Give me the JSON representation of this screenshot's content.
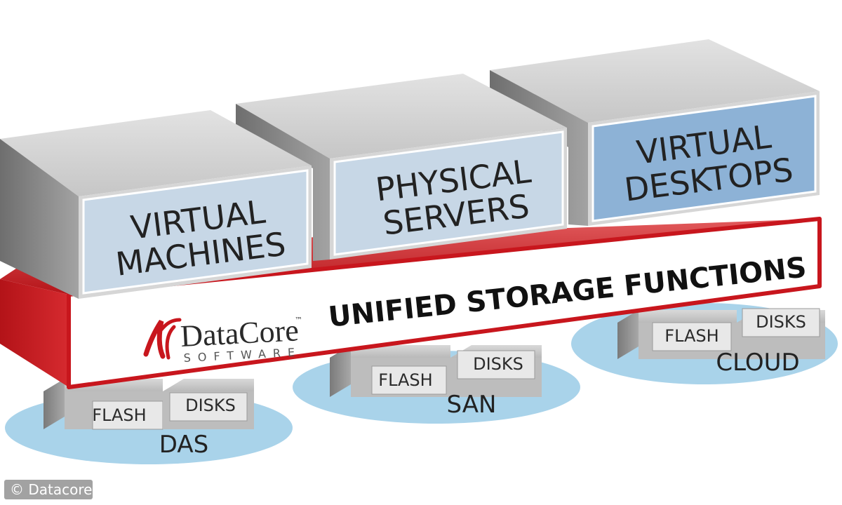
{
  "blocks": {
    "virtual_machines": {
      "line1": "VIRTUAL",
      "line2": "MACHINES"
    },
    "physical_servers": {
      "line1": "PHYSICAL",
      "line2": "SERVERS"
    },
    "virtual_desktops": {
      "line1": "VIRTUAL",
      "line2": "DESKTOPS"
    }
  },
  "storage_layer": {
    "label": "UNIFIED STORAGE FUNCTIONS",
    "logo": {
      "name": "DataCore",
      "tm": "™",
      "sub": "SOFTWARE"
    }
  },
  "pools": {
    "das": {
      "label": "DAS",
      "flash": "FLASH",
      "disks": "DISKS"
    },
    "san": {
      "label": "SAN",
      "flash": "FLASH",
      "disks": "DISKS"
    },
    "cloud": {
      "label": "CLOUD",
      "flash": "FLASH",
      "disks": "DISKS"
    }
  },
  "credit": "© Datacore",
  "colors": {
    "layer_red": "#c8161d",
    "box_light_blue": "#c7d7e6",
    "box_blue": "#8db2d6",
    "pool_blue": "#a9d3ea",
    "gray_top": "#d3d3d3",
    "gray_side": "#8f8f8f"
  }
}
